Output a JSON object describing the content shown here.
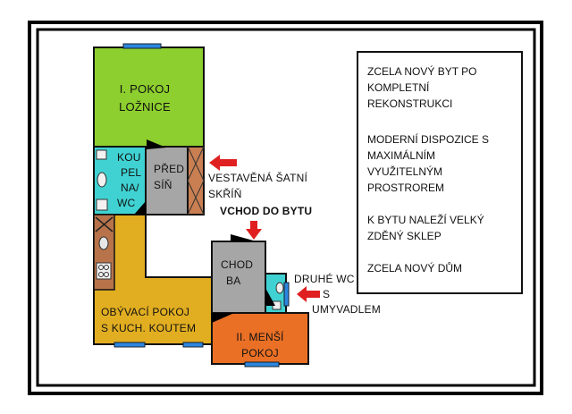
{
  "colors": {
    "bedroom": "#8dcf2e",
    "bathroom": "#40d2d2",
    "hall": "#a6a6a6",
    "living": "#e2ae21",
    "small_room": "#ea7025",
    "wardrobe": "#c97f52",
    "window": "#2e86de",
    "arrow": "#e02020",
    "kitchen_strip": "#b8734a"
  },
  "rooms": {
    "bedroom": [
      "I. POKOJ",
      "LOŽNICE"
    ],
    "bathroom": [
      "KOU",
      "PEL",
      "NA/",
      "WC"
    ],
    "hall_small": [
      "PŘED",
      "SÍŇ"
    ],
    "corridor": [
      "CHOD",
      "BA"
    ],
    "living": [
      "OBÝVACÍ POKOJ",
      "S KUCH. KOUTEM"
    ],
    "small_room": [
      "II. MENŠÍ",
      "POKOJ"
    ]
  },
  "callouts": {
    "wardrobe": [
      "VESTAVĚNÁ ŠATNÍ",
      "SKŘÍŇ"
    ],
    "entrance": "VCHOD DO BYTU",
    "second_wc": [
      "DRUHÉ WC",
      "S",
      "UMYVADLEM"
    ]
  },
  "info": [
    "ZCELA NOVÝ BYT PO",
    "KOMPLETNÍ",
    "REKONSTRUKCI",
    "",
    "MODERNÍ DISPOZICE S",
    "MAXIMÁLNÍM",
    "VYUŽITELNÝM",
    "PROSTROREM",
    "",
    "K BYTU NALEŽÍ VELKÝ",
    "ZDĚNÝ SKLEP",
    "",
    "ZCELA NOVÝ DŮM"
  ]
}
